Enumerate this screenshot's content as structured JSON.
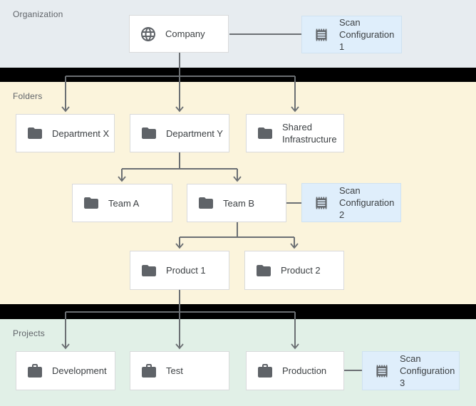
{
  "sections": {
    "organization": {
      "label": "Organization"
    },
    "folders": {
      "label": "Folders"
    },
    "projects": {
      "label": "Projects"
    }
  },
  "nodes": {
    "company": {
      "label": "Company",
      "icon": "globe-icon",
      "section": "organization"
    },
    "scan_config_1": {
      "label": "Scan Configuration 1",
      "icon": "scan-icon",
      "section": "organization"
    },
    "department_x": {
      "label": "Department X",
      "icon": "folder-icon",
      "section": "folders"
    },
    "department_y": {
      "label": "Department Y",
      "icon": "folder-icon",
      "section": "folders"
    },
    "shared_infrastructure": {
      "label": "Shared Infrastructure",
      "icon": "folder-icon",
      "section": "folders"
    },
    "team_a": {
      "label": "Team A",
      "icon": "folder-icon",
      "section": "folders"
    },
    "team_b": {
      "label": "Team B",
      "icon": "folder-icon",
      "section": "folders"
    },
    "scan_config_2": {
      "label": "Scan Configuration 2",
      "icon": "scan-icon",
      "section": "folders"
    },
    "product_1": {
      "label": "Product 1",
      "icon": "folder-icon",
      "section": "folders"
    },
    "product_2": {
      "label": "Product 2",
      "icon": "folder-icon",
      "section": "folders"
    },
    "development": {
      "label": "Development",
      "icon": "briefcase-icon",
      "section": "projects"
    },
    "test": {
      "label": "Test",
      "icon": "briefcase-icon",
      "section": "projects"
    },
    "production": {
      "label": "Production",
      "icon": "briefcase-icon",
      "section": "projects"
    },
    "scan_config_3": {
      "label": "Scan Configuration 3",
      "icon": "scan-icon",
      "section": "projects"
    }
  },
  "edges": [
    {
      "from": "company",
      "to": "scan_config_1",
      "type": "association"
    },
    {
      "from": "company",
      "to": "department_x",
      "type": "hierarchy"
    },
    {
      "from": "company",
      "to": "department_y",
      "type": "hierarchy"
    },
    {
      "from": "company",
      "to": "shared_infrastructure",
      "type": "hierarchy"
    },
    {
      "from": "department_y",
      "to": "team_a",
      "type": "hierarchy"
    },
    {
      "from": "department_y",
      "to": "team_b",
      "type": "hierarchy"
    },
    {
      "from": "team_b",
      "to": "scan_config_2",
      "type": "association"
    },
    {
      "from": "team_b",
      "to": "product_1",
      "type": "hierarchy"
    },
    {
      "from": "team_b",
      "to": "product_2",
      "type": "hierarchy"
    },
    {
      "from": "product_1",
      "to": "development",
      "type": "hierarchy"
    },
    {
      "from": "product_1",
      "to": "test",
      "type": "hierarchy"
    },
    {
      "from": "product_1",
      "to": "production",
      "type": "hierarchy"
    },
    {
      "from": "production",
      "to": "scan_config_3",
      "type": "association"
    }
  ],
  "colors": {
    "organization_bg": "#e7ecf0",
    "folders_bg": "#fbf4dc",
    "projects_bg": "#e1f0e7",
    "scan_node_bg": "#dfeefb",
    "node_bg": "#ffffff",
    "divider_bar": "#000000",
    "connector": "#6b6f73",
    "icon": "#5f6368",
    "node_text": "#3c4043",
    "section_label_text": "#5f6368"
  }
}
